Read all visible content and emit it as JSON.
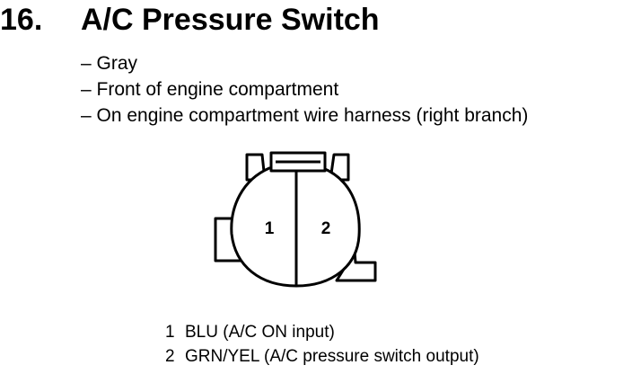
{
  "heading": {
    "number": "16.",
    "title": "A/C Pressure Switch"
  },
  "details": [
    "– Gray",
    "– Front of engine compartment",
    "– On engine compartment wire harness (right branch)"
  ],
  "connector": {
    "terminal_1": "1",
    "terminal_2": "2"
  },
  "pins": [
    {
      "pin": "1",
      "wire": "BLU (A/C ON input)"
    },
    {
      "pin": "2",
      "wire": "GRN/YEL (A/C pressure switch output)"
    }
  ]
}
